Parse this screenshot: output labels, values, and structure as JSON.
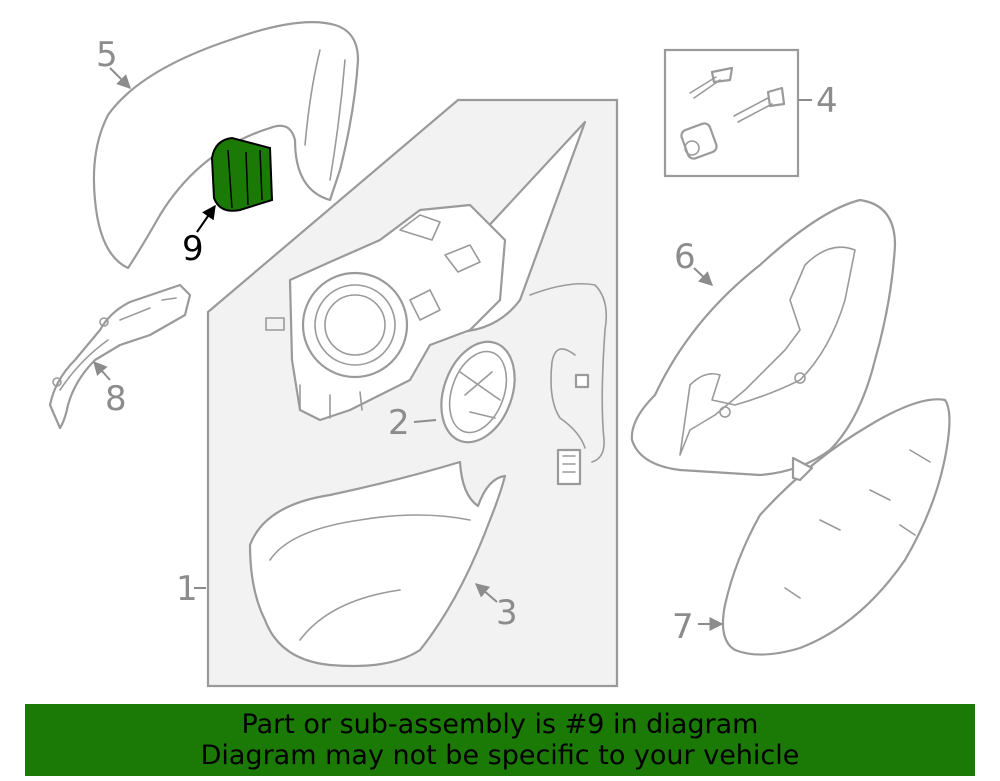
{
  "callouts": {
    "c1": "1",
    "c2": "2",
    "c3": "3",
    "c4": "4",
    "c5": "5",
    "c6": "6",
    "c7": "7",
    "c8": "8",
    "c9": "9"
  },
  "highlight": {
    "part_number": "9",
    "color": "#1b7a06"
  },
  "banner": {
    "line1": "Part or sub-assembly is #9 in diagram",
    "line2": "Diagram may not be specific to your vehicle",
    "background": "#1b7a06"
  }
}
